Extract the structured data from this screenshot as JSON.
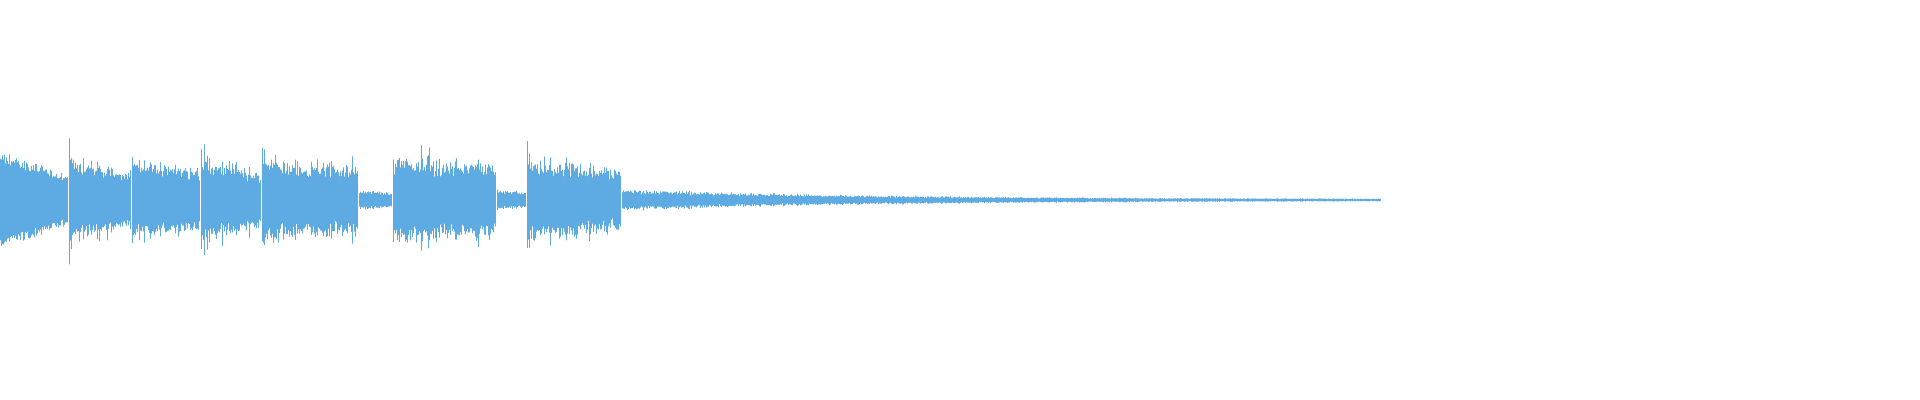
{
  "chart_data": {
    "type": "area",
    "kind": "audio-waveform",
    "color": "#5dabe2",
    "background": "#ffffff",
    "title": "",
    "xlabel": "",
    "ylabel": "",
    "grid": false,
    "legend": "none"
  }
}
